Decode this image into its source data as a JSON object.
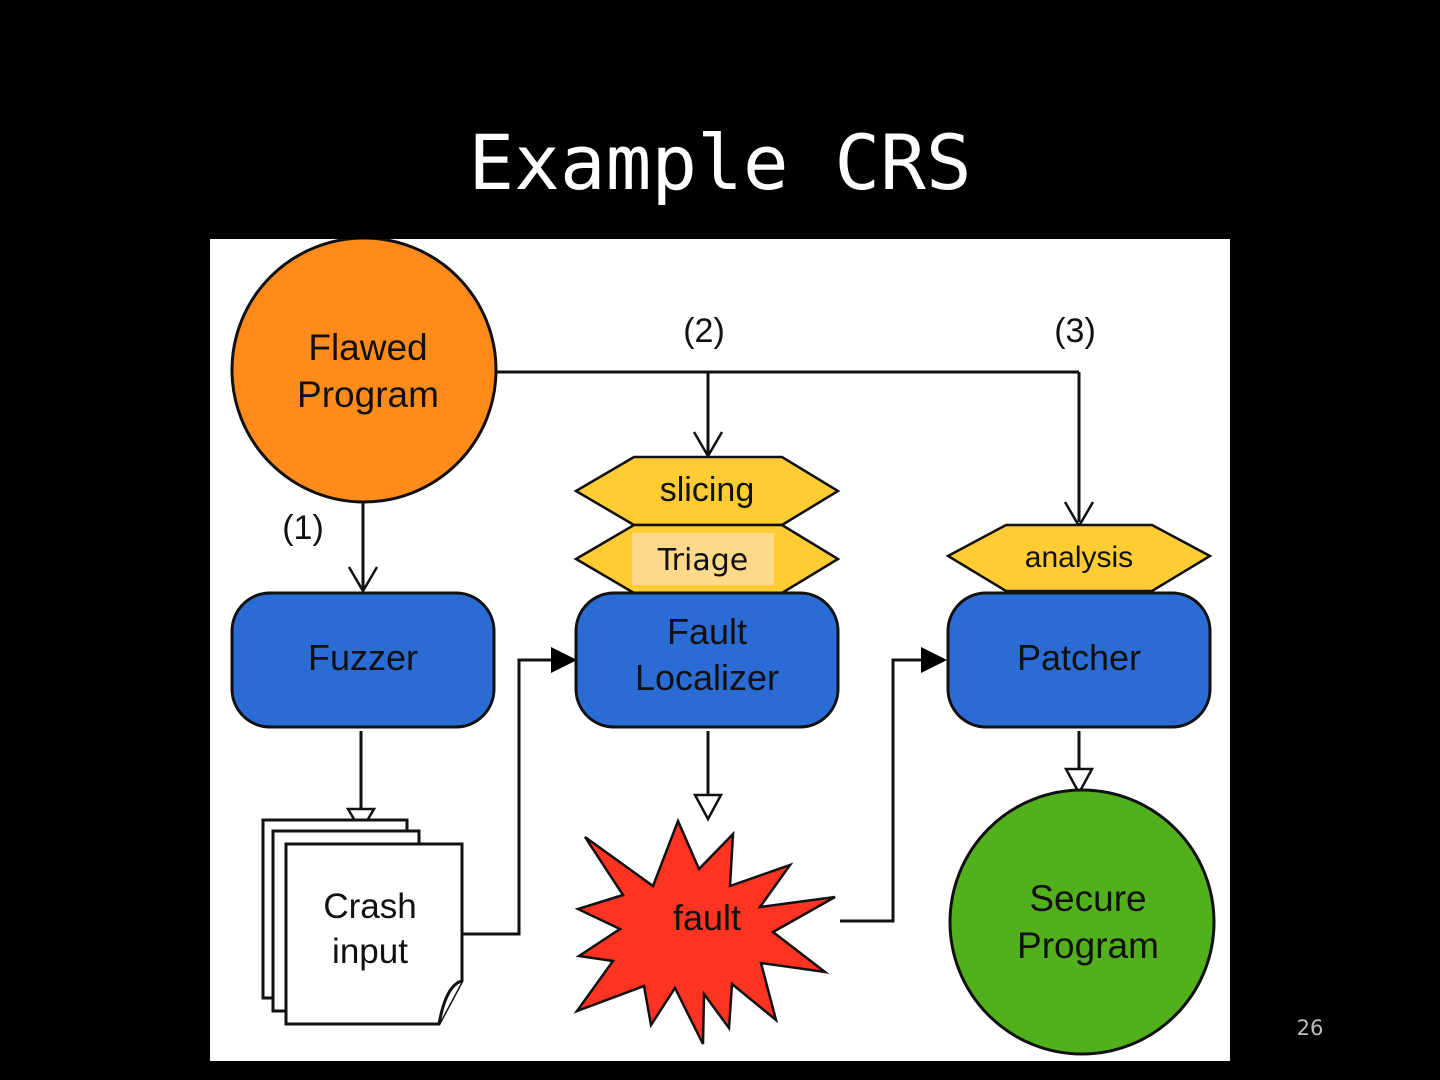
{
  "slide": {
    "title": "Example CRS",
    "page_number": "26"
  },
  "diagram": {
    "nodes": {
      "flawed_program": {
        "line1": "Flawed",
        "line2": "Program",
        "color": "#ff8c1a"
      },
      "fuzzer": {
        "label": "Fuzzer",
        "color": "#2b6cd4"
      },
      "fault_localizer": {
        "line1": "Fault",
        "line2": "Localizer",
        "color": "#2b6cd4"
      },
      "patcher": {
        "label": "Patcher",
        "color": "#2b6cd4"
      },
      "slicing": {
        "label": "slicing",
        "color": "#ffcc33"
      },
      "triage": {
        "label": "Triage",
        "color": "#ffcc33",
        "highlight": "#ffd98a"
      },
      "analysis": {
        "label": "analysis",
        "color": "#ffcc33"
      },
      "crash_input": {
        "line1": "Crash",
        "line2": "input"
      },
      "fault": {
        "label": "fault",
        "color": "#ff3322"
      },
      "secure_program": {
        "line1": "Secure",
        "line2": "Program",
        "color": "#52b01c"
      }
    },
    "edge_labels": {
      "path1": "(1)",
      "path2": "(2)",
      "path3": "(3)"
    }
  }
}
